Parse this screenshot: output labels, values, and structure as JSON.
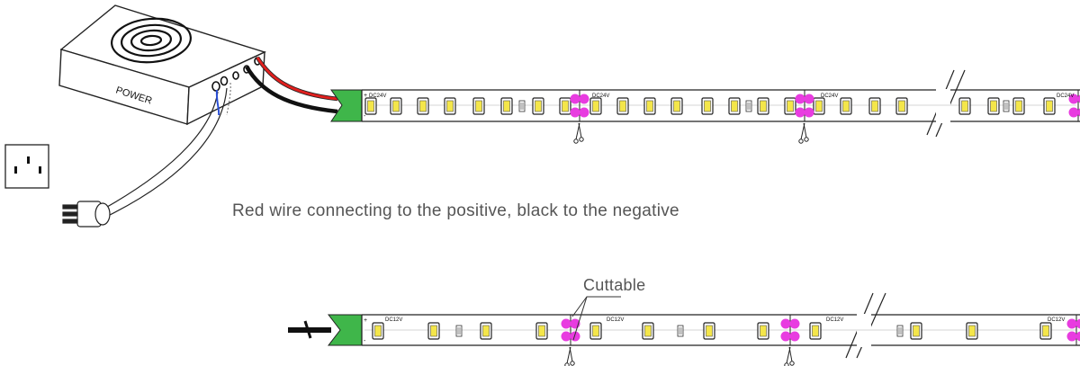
{
  "power_supply": {
    "label": "POWER"
  },
  "strips": {
    "top": {
      "voltage_label": "DC24V",
      "plus": "+",
      "minus": "-"
    },
    "bottom": {
      "voltage_label": "DC12V",
      "plus": "+",
      "minus": "-"
    }
  },
  "captions": {
    "wiring_note": "Red wire connecting to the positive, black to the negative",
    "cut_label": "Cuttable"
  },
  "colors": {
    "positive_wire": "#e0201e",
    "negative_wire": "#111111",
    "connector": "#3fb64a",
    "cut_pad": "#e83ce0",
    "led": "#f4e64a",
    "mains_live": "#2a4fd6"
  },
  "icons": [
    "outlet-icon",
    "plug-icon",
    "scissors-icon",
    "power-supply-icon"
  ]
}
